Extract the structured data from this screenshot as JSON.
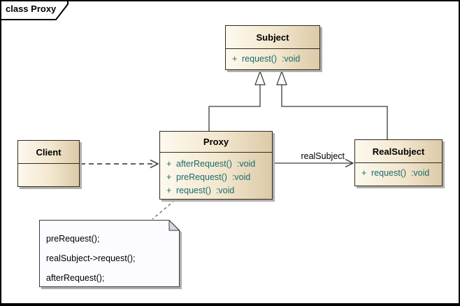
{
  "frame": {
    "title": "class Proxy"
  },
  "classes": {
    "subject": {
      "name": "Subject",
      "methods": [
        {
          "visibility": "+",
          "signature": "request()  :void"
        }
      ]
    },
    "proxy": {
      "name": "Proxy",
      "methods": [
        {
          "visibility": "+",
          "signature": "afterRequest()  :void"
        },
        {
          "visibility": "+",
          "signature": "preRequest()  :void"
        },
        {
          "visibility": "+",
          "signature": "request()  :void"
        }
      ]
    },
    "realsubject": {
      "name": "RealSubject",
      "methods": [
        {
          "visibility": "+",
          "signature": "request()  :void"
        }
      ]
    },
    "client": {
      "name": "Client",
      "methods": []
    }
  },
  "connectors": {
    "association_label": "realSubject"
  },
  "note": {
    "lines": [
      "preRequest();",
      "realSubject->request();",
      "afterRequest();"
    ]
  },
  "colors": {
    "box_fill_left": "#fdf9ee",
    "box_fill_right": "#dccaa8",
    "box_border": "#32291e",
    "method_text": "#1c6b6b",
    "shadow": "#b2b0ad",
    "note_fill": "#fcfbff",
    "note_fold": "#d8d6e3",
    "line": "#3a3a3a"
  }
}
